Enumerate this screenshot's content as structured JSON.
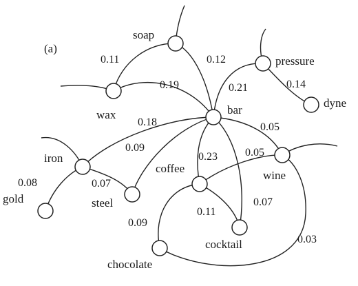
{
  "panel_label": "(a)",
  "nodes": {
    "soap": "soap",
    "pressure": "pressure",
    "wax": "wax",
    "bar": "bar",
    "dyne": "dyne",
    "iron": "iron",
    "coffee": "coffee",
    "wine": "wine",
    "gold": "gold",
    "steel": "steel",
    "cocktail": "cocktail",
    "chocolate": "chocolate"
  },
  "weights": {
    "soap_wax": "0.11",
    "soap_bar": "0.12",
    "wax_bar": "0.19",
    "pressure_bar": "0.21",
    "pressure_dyne": "0.14",
    "iron_bar": "0.18",
    "steel_bar": "0.09",
    "iron_gold": "0.08",
    "iron_steel": "0.07",
    "bar_wine": "0.05",
    "coffee_bar": "0.23",
    "coffee_wine": "0.05",
    "bar_cocktail": "0.07",
    "coffee_cocktail": "0.11",
    "coffee_chocolate": "0.09",
    "chocolate_wine": "0.03"
  }
}
